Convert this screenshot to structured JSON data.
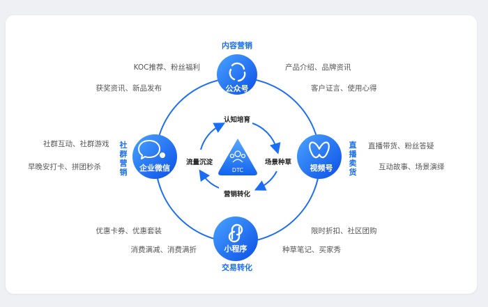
{
  "center": {
    "label": "DTC"
  },
  "inner_loop": {
    "top": "认知培育",
    "right": "场景种草",
    "bottom": "营销转化",
    "left": "流量沉淀"
  },
  "nodes": {
    "top": {
      "label": "公众号",
      "icon": "loop-logo-icon",
      "category": "内容营销"
    },
    "right": {
      "label": "视频号",
      "icon": "butterfly-icon",
      "category": "直播卖货"
    },
    "bottom": {
      "label": "小程序",
      "icon": "miniprogram-icon",
      "category": "交易转化"
    },
    "left": {
      "label": "企业微信",
      "icon": "wecom-chat-icon",
      "category": "社群营销"
    }
  },
  "notes": {
    "top_left": [
      "KOC推荐、粉丝福利",
      "获奖资讯、新品发布"
    ],
    "top_right": [
      "产品介绍、品牌资讯",
      "客户证言、使用心得"
    ],
    "left": [
      "社群互动、社群游戏",
      "早晚安打卡、拼团秒杀"
    ],
    "right": [
      "直播带货、粉丝答疑",
      "互动故事、场景演绎"
    ],
    "bottom_left": [
      "优惠卡券、优惠套装",
      "消费满减、消费满折"
    ],
    "bottom_right": [
      "限时折扣、社区团购",
      "种草笔记、买家秀"
    ]
  },
  "colors": {
    "accent": "#1a6df5",
    "node_gradient_start": "#3f9bff",
    "node_gradient_end": "#0d52e8",
    "text": "#555555",
    "background": "#ffffff"
  }
}
